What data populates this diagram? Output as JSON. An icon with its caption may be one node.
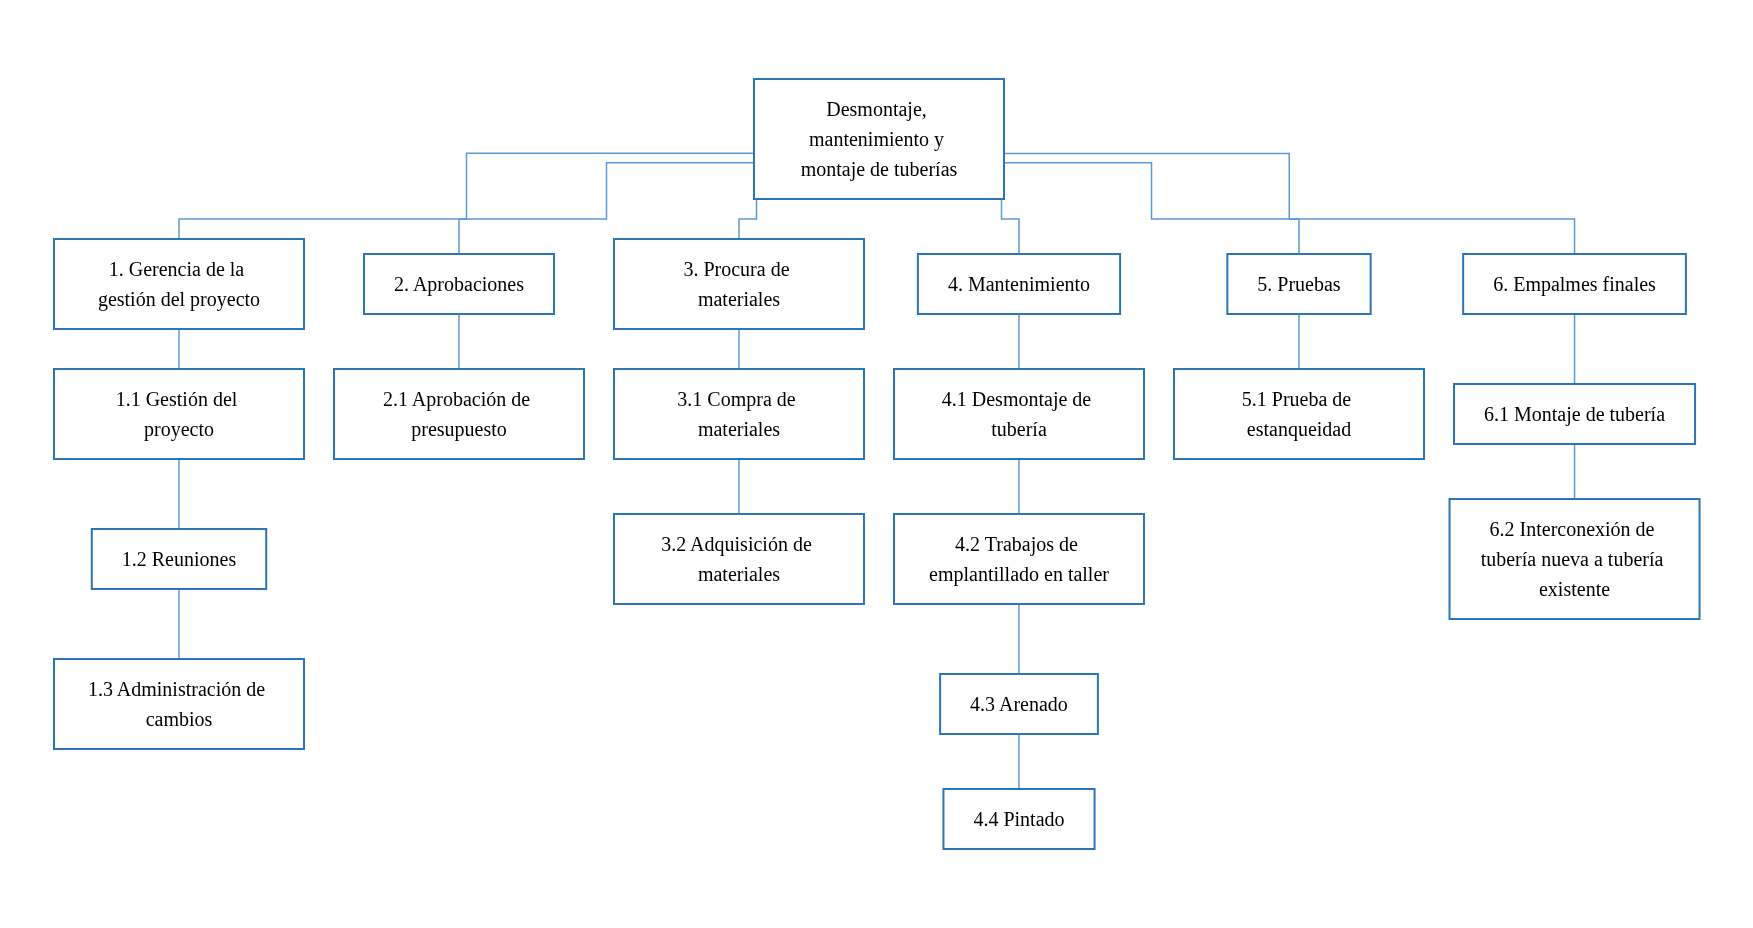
{
  "diagram": {
    "nodes": [
      {
        "text": [
          "Desmontaje, mantenimiento y montaje de tuberías"
        ]
      },
      {
        "text": [
          "1. Gerencia de la gestión del proyecto"
        ]
      },
      {
        "text": [
          "1.1 Gestión del proyecto"
        ]
      },
      {
        "text": [
          "1.2 Reuniones"
        ]
      },
      {
        "text": [
          "1.3 Administración de cambios"
        ]
      },
      {
        "text": [
          "2. Aprobaciones"
        ]
      },
      {
        "text": [
          "2.1 Aprobación de presupuesto"
        ]
      },
      {
        "text": [
          "3. Procura de materiales"
        ]
      },
      {
        "text": [
          "3.1 Compra de materiales"
        ]
      },
      {
        "text": [
          "3.2 Adquisición de materiales"
        ]
      },
      {
        "text": [
          "4. Mantenimiento"
        ]
      },
      {
        "text": [
          "4.1 Desmontaje de tubería"
        ]
      },
      {
        "text": [
          "4.2 Trabajos de emplantillado en taller"
        ]
      },
      {
        "text": [
          "4.3 Arenado"
        ]
      },
      {
        "text": [
          "4.4 Pintado"
        ]
      },
      {
        "text": [
          "5. Pruebas"
        ]
      },
      {
        "text": [
          "5.1 Prueba de estanqueidad"
        ]
      },
      {
        "text": [
          "6. Empalmes finales"
        ]
      },
      {
        "text": [
          "6.1 Montaje de tubería"
        ]
      },
      {
        "text": [
          "6.2 Interconexión de tubería nueva a tubería existente"
        ]
      }
    ],
    "edges": [
      {
        "from": 0,
        "to": 1,
        "arrow": "none"
      },
      {
        "from": 0,
        "to": 5,
        "arrow": "none"
      },
      {
        "from": 0,
        "to": 7,
        "arrow": "none"
      },
      {
        "from": 0,
        "to": 10,
        "arrow": "none"
      },
      {
        "from": 0,
        "to": 15,
        "arrow": "none"
      },
      {
        "from": 0,
        "to": 17,
        "arrow": "none"
      },
      {
        "from": 1,
        "to": 2,
        "arrow": "none"
      },
      {
        "from": 2,
        "to": 3,
        "arrow": "none"
      },
      {
        "from": 3,
        "to": 4,
        "arrow": "none"
      },
      {
        "from": 5,
        "to": 6,
        "arrow": "none"
      },
      {
        "from": 7,
        "to": 8,
        "arrow": "none"
      },
      {
        "from": 8,
        "to": 9,
        "arrow": "none"
      },
      {
        "from": 10,
        "to": 11,
        "arrow": "none"
      },
      {
        "from": 11,
        "to": 12,
        "arrow": "none"
      },
      {
        "from": 12,
        "to": 13,
        "arrow": "none"
      },
      {
        "from": 13,
        "to": 14,
        "arrow": "none"
      },
      {
        "from": 15,
        "to": 16,
        "arrow": "none"
      },
      {
        "from": 17,
        "to": 18,
        "arrow": "none"
      },
      {
        "from": 18,
        "to": 19,
        "arrow": "none"
      }
    ]
  }
}
